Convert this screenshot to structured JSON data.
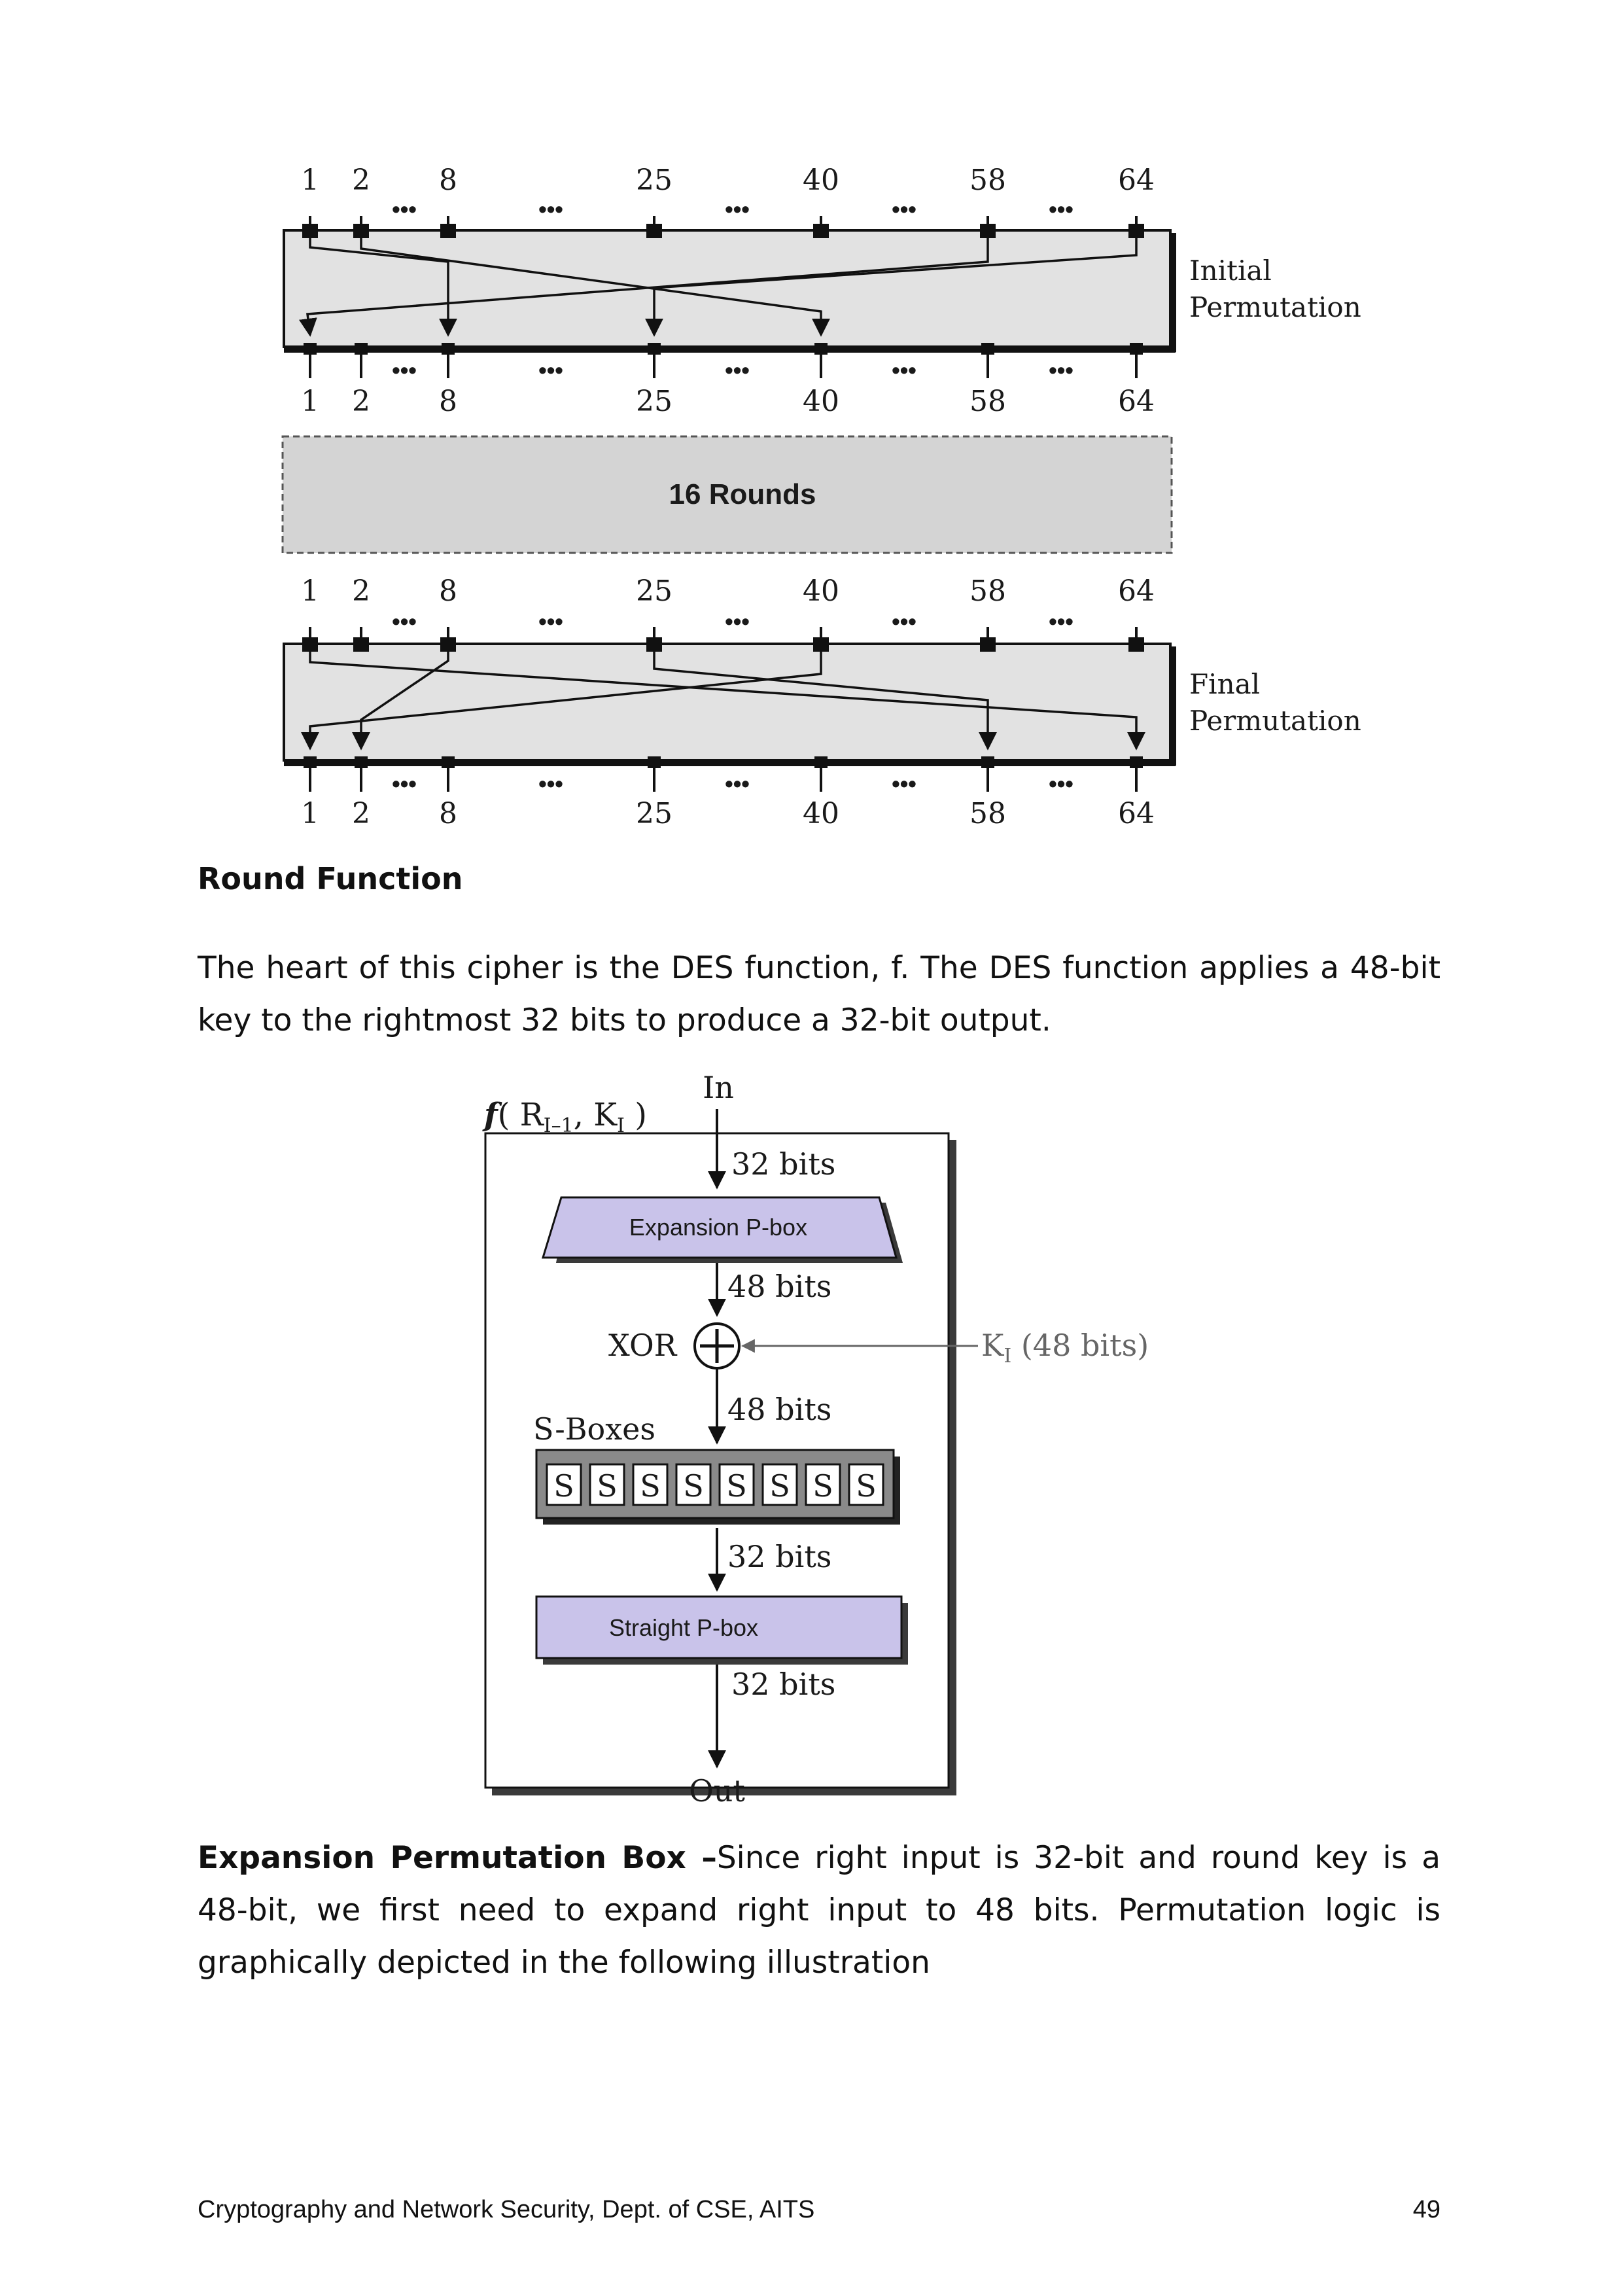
{
  "permutation_diagram": {
    "bit_labels": [
      "1",
      "2",
      "8",
      "25",
      "40",
      "58",
      "64"
    ],
    "dots": "•••",
    "initial_label_line1": "Initial",
    "initial_label_line2": "Permutation",
    "rounds_label": "16 Rounds",
    "final_label_line1": "Final",
    "final_label_line2": "Permutation"
  },
  "round_function_heading": "Round Function",
  "round_function_text": "The heart of this cipher is the DES function, f. The DES function applies a 48-bit key to the rightmost 32 bits to produce a 32-bit output.",
  "des_function_diagram": {
    "function_label_f": "f",
    "function_label_args": "( R",
    "function_label_sub1": "I–1",
    "function_label_mid": ", K",
    "function_label_sub2": "I",
    "function_label_end": " )",
    "in_label": "In",
    "bits_32_a": "32 bits",
    "expansion_box": "Expansion P-box",
    "bits_48_a": "48 bits",
    "xor_label": "XOR",
    "key_label": "K",
    "key_sub": "I",
    "key_bits": " (48 bits)",
    "bits_48_b": "48 bits",
    "sboxes_label": "S-Boxes",
    "sbox_letter": "S",
    "bits_32_b": "32 bits",
    "straight_box": "Straight P-box",
    "bits_32_c": "32 bits",
    "out_label": "Out"
  },
  "expansion": {
    "heading": "Expansion Permutation Box –",
    "text": "Since right input is 32-bit and round key is a 48-bit, we first need to expand right input to 48 bits. Permutation logic is graphically depicted in the following illustration"
  },
  "footer": {
    "left": "Cryptography and Network Security, Dept. of CSE, AITS",
    "page_number": "49"
  }
}
